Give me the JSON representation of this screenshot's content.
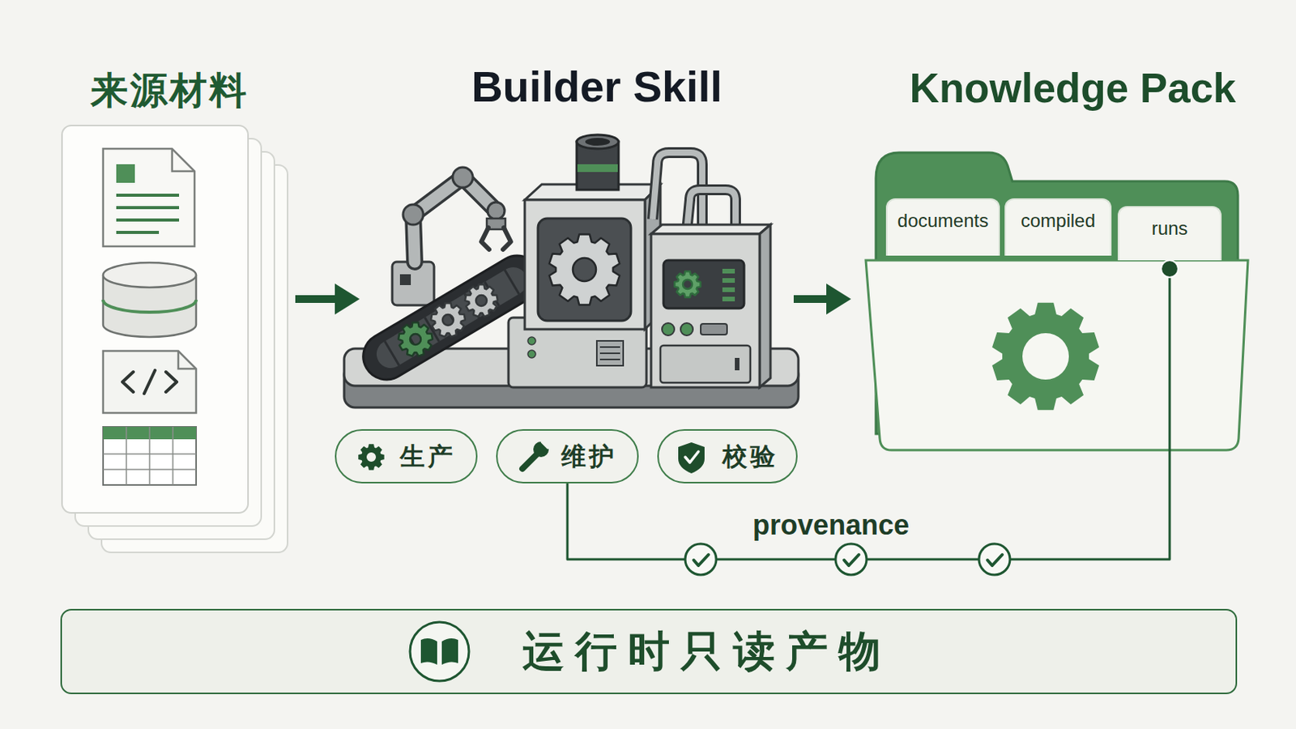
{
  "diagram": {
    "nodes": [
      {
        "text": [
          "来源材料"
        ]
      },
      {
        "text": [
          "Builder Skill"
        ]
      },
      {
        "text": [
          "Knowledge Pack"
        ]
      },
      {
        "text": [
          "documents"
        ],
        "in": 2
      },
      {
        "text": [
          "compiled"
        ],
        "in": 2
      },
      {
        "text": [
          "runs"
        ],
        "in": 2
      },
      {
        "text": [
          "生产"
        ]
      },
      {
        "text": [
          "维护"
        ]
      },
      {
        "text": [
          "校验"
        ]
      },
      {
        "text": [
          "运行时只读产物"
        ]
      }
    ],
    "edges": [
      {
        "from": 0,
        "to": 1,
        "arrow": "to"
      },
      {
        "from": 1,
        "to": 2,
        "arrow": "to"
      },
      {
        "from": 7,
        "to": 5,
        "arrow": "none",
        "label": "provenance"
      }
    ]
  }
}
